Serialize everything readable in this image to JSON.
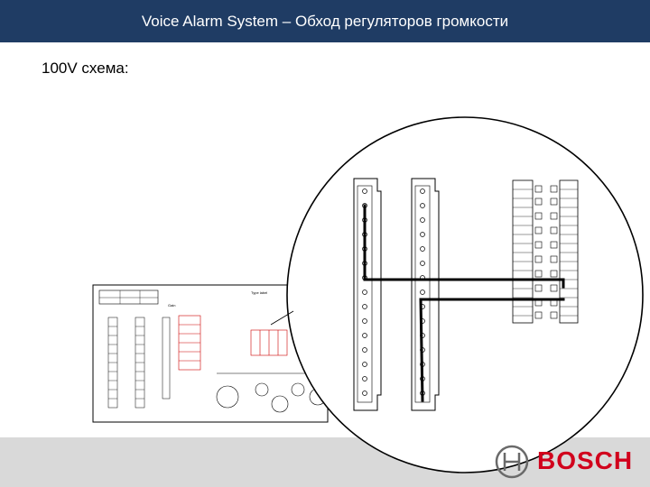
{
  "header": {
    "title": "Voice Alarm System – Обход регуляторов громкости",
    "background": "#1f3c64",
    "text_color": "#ffffff"
  },
  "subtitle": "100V схема:",
  "footer": {
    "background": "#d9d9d9",
    "logo_text": "BOSCH",
    "logo_color": "#d1001c"
  },
  "diagram": {
    "description_icon": "wiring-zoom-icon",
    "line_color": "#000000"
  }
}
